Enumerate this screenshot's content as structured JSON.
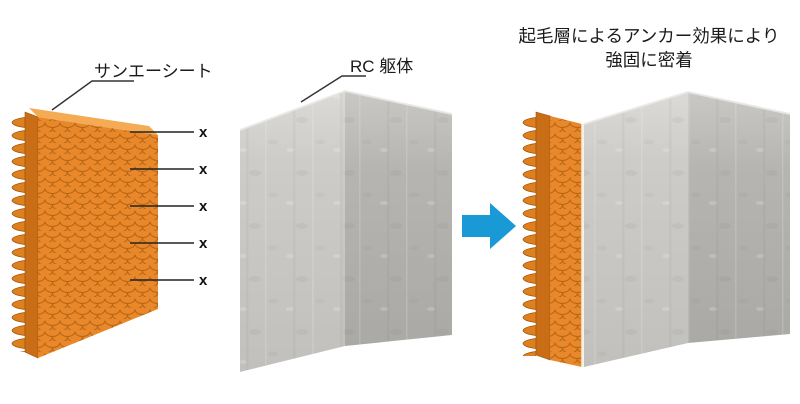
{
  "diagram": {
    "left_label": "サンエーシート",
    "middle_label": "RC 躯体",
    "x_marks": [
      "x",
      "x",
      "x",
      "x",
      "x"
    ],
    "caption": {
      "line1": "起毛層によるアンカー効果により",
      "line2": "強固に密着"
    }
  },
  "colors": {
    "background": "#ffffff",
    "sheet_orange": "#e8882b",
    "sheet_edge_dark": "#c96e16",
    "sheet_top_light": "#f4ab53",
    "arrow_blue": "#199ad7",
    "annotation_line": "#333333",
    "text": "#1a1a1a"
  }
}
